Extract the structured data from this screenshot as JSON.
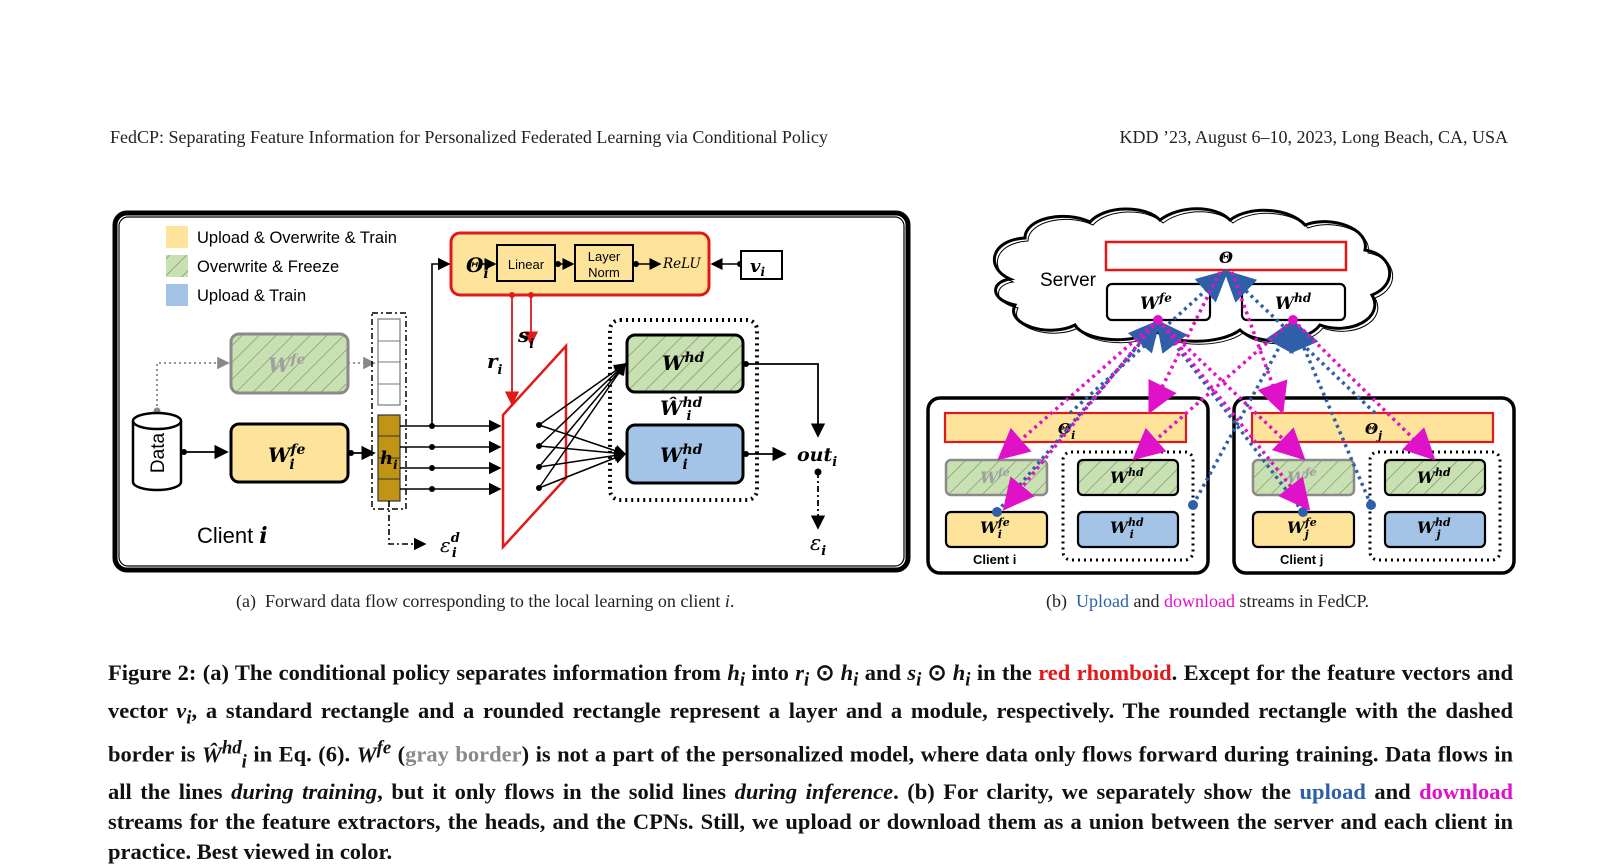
{
  "header": {
    "left": "FedCP: Separating Feature Information for Personalized Federated Learning via Conditional Policy",
    "right": "KDD ’23, August 6–10, 2023, Long Beach, CA, USA"
  },
  "figure_a": {
    "legend": [
      "Upload & Overwrite & Train",
      "Overwrite & Freeze",
      "Upload & Train"
    ],
    "theta": "Θ",
    "theta_sub": "i",
    "linear": "Linear",
    "layer": "Layer",
    "norm": "Norm",
    "relu": "ReLU",
    "v": "v",
    "v_sub": "i",
    "wfe_gray": "W",
    "wfe_gray_sup": "fe",
    "data": "Data",
    "wfe_i": "W",
    "wfe_i_sup": "fe",
    "wfe_i_sub": "i",
    "h": "h",
    "h_sub": "i",
    "r": "r",
    "r_sub": "i",
    "s": "s",
    "s_sub": "i",
    "whd": "W",
    "whd_sup": "hd",
    "whd_hat": "Ŵ",
    "whd_hat_sup": "hd",
    "whd_hat_sub": "i",
    "whd_i": "W",
    "whd_i_sup": "hd",
    "whd_i_sub": "i",
    "out": "out",
    "out_sub": "i",
    "client": "Client",
    "client_var": "i",
    "eps": "ε",
    "eps_d_sup": "d",
    "eps_sub": "i"
  },
  "figure_b": {
    "server": "Server",
    "theta": "Θ",
    "wfe": "W",
    "wfe_sup": "fe",
    "whd": "W",
    "whd_sup": "hd",
    "client_i": "Client i",
    "client_j": "Client j",
    "theta_i_sub": "i",
    "theta_j_sub": "j"
  },
  "subcaptions": {
    "a_prefix": "(a)",
    "a_text": "Forward data flow corresponding to the local learning on client ",
    "a_var": "i",
    "a_end": ".",
    "b_prefix": "(b)",
    "b_upload": "Upload",
    "b_and": " and ",
    "b_download": "download",
    "b_rest": " streams in FedCP."
  },
  "caption": {
    "p1": "Figure 2: (a) The conditional policy separates information from ",
    "p2": " into ",
    "p3": " and ",
    "p4": " in the ",
    "red": "red rhomboid",
    "p5": ". Except for the feature vectors and vector ",
    "p6": ", a standard rectangle and a rounded rectangle represent a layer and a module, respectively. The rounded rectangle with the dashed border is ",
    "p7": " in Eq. (6). ",
    "p8": " (",
    "gray": "gray border",
    "p9": ") is not a part of the personalized model, where data only flows forward during training. Data flows in all the lines ",
    "it1": "during training",
    "p10": ", but it only flows in the solid lines ",
    "it2": "during inference",
    "p11": ". (b) For clarity, we separately show the ",
    "upload": "upload",
    "p12": " and ",
    "download": "download",
    "p13": " streams for the feature extractors, the heads, and the CPNs. Still, we upload or download them as a union between the server and each client in practice. Best viewed in color.",
    "m_hi": "h",
    "m_i": "i",
    "m_ri": "r",
    "m_si": "s",
    "m_odot": " ⊙ ",
    "m_v": "v",
    "m_W": "W",
    "m_hd": "hd",
    "m_fe": "fe",
    "m_What": "Ŵ"
  },
  "colors": {
    "yellow": "#fde49a",
    "green": "#c9e0b2",
    "blue": "#a3c4e6",
    "red": "#e0191b",
    "upload": "#2e5fa8",
    "download": "#e012c9",
    "gold": "#c19416"
  }
}
